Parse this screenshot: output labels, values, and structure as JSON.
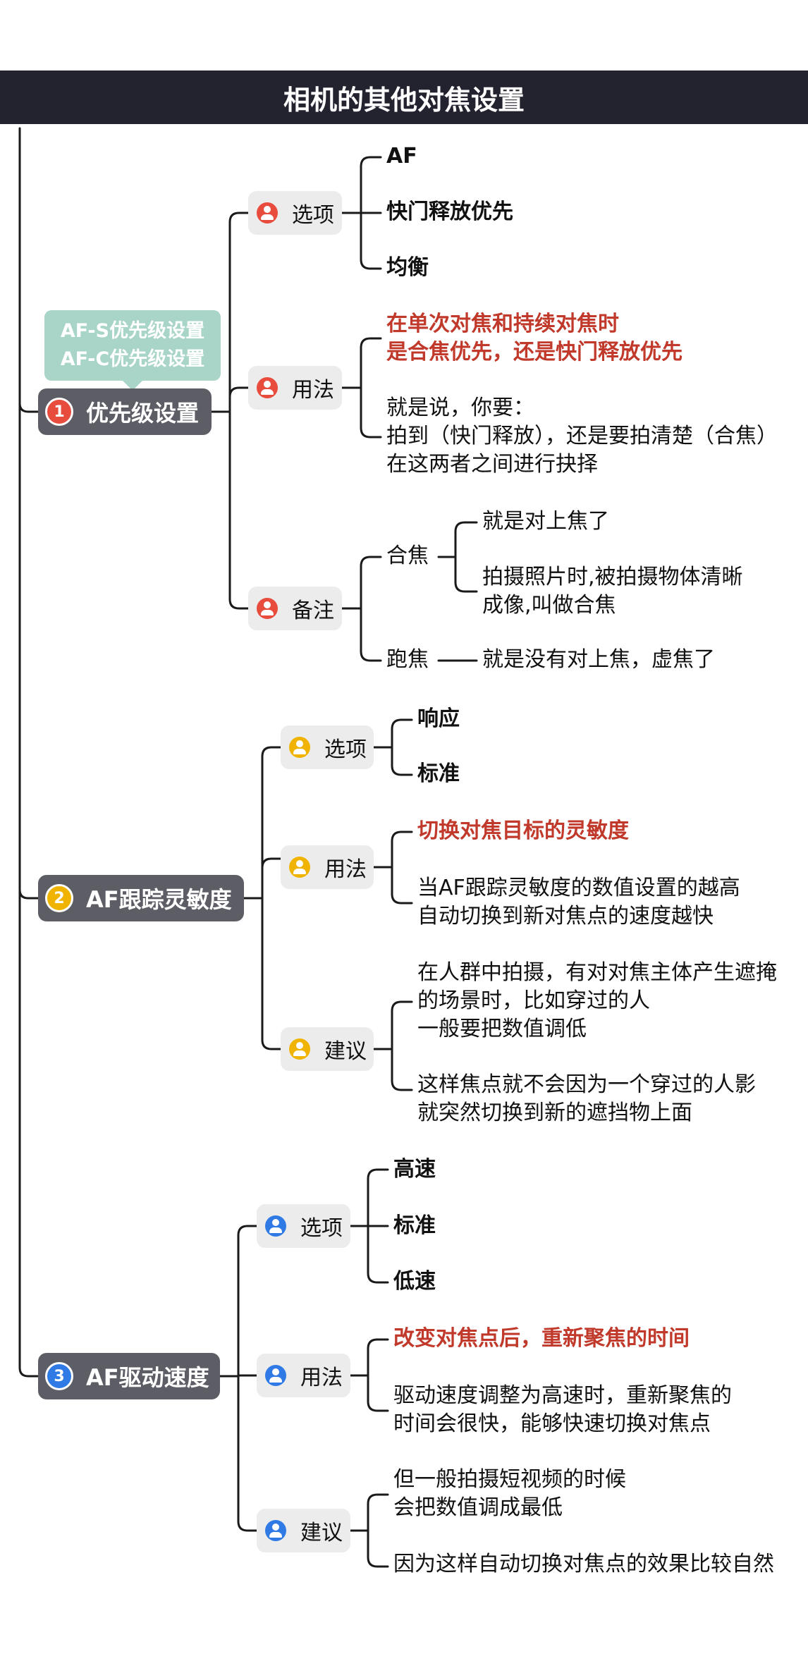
{
  "title": "相机的其他对焦设置",
  "callout": {
    "line1": "AF-S优先级设置",
    "line2": "AF-C优先级设置"
  },
  "colors": {
    "red": "#e74c3c",
    "orange": "#f0b400",
    "blue": "#2f7ae5",
    "accent_text": "#c0392b"
  },
  "categories": [
    {
      "number": "1",
      "label": "优先级设置"
    },
    {
      "number": "2",
      "label": "AF跟踪灵敏度"
    },
    {
      "number": "3",
      "label": "AF驱动速度"
    }
  ],
  "sec1": {
    "options": {
      "label": "选项",
      "items": [
        "AF",
        "快门释放优先",
        "均衡"
      ]
    },
    "usage": {
      "label": "用法",
      "highlight1": "在单次对焦和持续对焦时",
      "highlight2": "是合焦优先，还是快门释放优先",
      "text1": "就是说，你要：",
      "text2": "拍到（快门释放），还是要拍清楚（合焦）",
      "text3": "在这两者之间进行抉择"
    },
    "notes": {
      "label": "备注",
      "focus": {
        "label": "合焦",
        "def1": "就是对上焦了",
        "def2a": "拍摄照片时,被拍摄物体清晰",
        "def2b": "成像,叫做合焦"
      },
      "miss": {
        "label": "跑焦",
        "def": "就是没有对上焦，虚焦了"
      }
    }
  },
  "sec2": {
    "options": {
      "label": "选项",
      "items": [
        "响应",
        "标准"
      ]
    },
    "usage": {
      "label": "用法",
      "highlight": "切换对焦目标的灵敏度",
      "text1": "当AF跟踪灵敏度的数值设置的越高",
      "text2": "自动切换到新对焦点的速度越快"
    },
    "advice": {
      "label": "建议",
      "a1": "在人群中拍摄，有对对焦主体产生遮掩",
      "a2": "的场景时，比如穿过的人",
      "a3": "一般要把数值调低",
      "b1": "这样焦点就不会因为一个穿过的人影",
      "b2": "就突然切换到新的遮挡物上面"
    }
  },
  "sec3": {
    "options": {
      "label": "选项",
      "items": [
        "高速",
        "标准",
        "低速"
      ]
    },
    "usage": {
      "label": "用法",
      "highlight": "改变对焦点后，重新聚焦的时间",
      "text1": "驱动速度调整为高速时，重新聚焦的",
      "text2": "时间会很快，能够快速切换对焦点"
    },
    "advice": {
      "label": "建议",
      "a1": "但一般拍摄短视频的时候",
      "a2": "会把数值调成最低",
      "b1": "因为这样自动切换对焦点的效果比较自然"
    }
  }
}
